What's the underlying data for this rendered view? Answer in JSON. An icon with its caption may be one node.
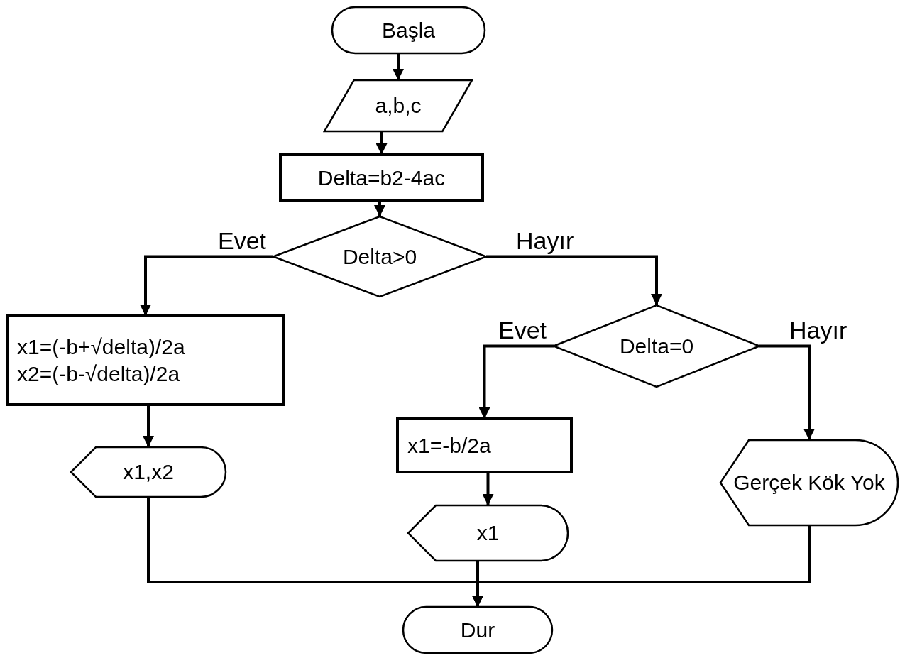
{
  "diagram": {
    "nodes": [
      {
        "text": [
          "Başla"
        ]
      },
      {
        "text": [
          "a,b,c"
        ]
      },
      {
        "text": [
          "Delta=b2-4ac"
        ]
      },
      {
        "text": [
          "Delta>0"
        ]
      },
      {
        "text": [
          "Delta=0"
        ]
      },
      {
        "text": [
          "x1=(-b+√delta)/2a",
          "x2=(-b-√delta)/2a"
        ]
      },
      {
        "text": [
          "x1,x2"
        ]
      },
      {
        "text": [
          "x1=-b/2a"
        ]
      },
      {
        "text": [
          "x1"
        ]
      },
      {
        "text": [
          "Gerçek Kök Yok"
        ]
      },
      {
        "text": [
          "Dur"
        ]
      }
    ],
    "edges": [
      {
        "from": 0,
        "to": 1,
        "arrow": "to"
      },
      {
        "from": 1,
        "to": 2,
        "arrow": "to"
      },
      {
        "from": 2,
        "to": 3,
        "arrow": "to"
      },
      {
        "from": 3,
        "to": 5,
        "arrow": "to",
        "label": "Evet"
      },
      {
        "from": 3,
        "to": 4,
        "arrow": "to",
        "label": "Hayır"
      },
      {
        "from": 4,
        "to": 7,
        "arrow": "to",
        "label": "Evet"
      },
      {
        "from": 4,
        "to": 9,
        "arrow": "to",
        "label": "Hayır"
      },
      {
        "from": 5,
        "to": 6,
        "arrow": "to"
      },
      {
        "from": 7,
        "to": 8,
        "arrow": "to"
      },
      {
        "from": 6,
        "to": 10,
        "arrow": "to"
      },
      {
        "from": 8,
        "to": 10,
        "arrow": "to"
      },
      {
        "from": 9,
        "to": 10,
        "arrow": "to"
      }
    ]
  }
}
